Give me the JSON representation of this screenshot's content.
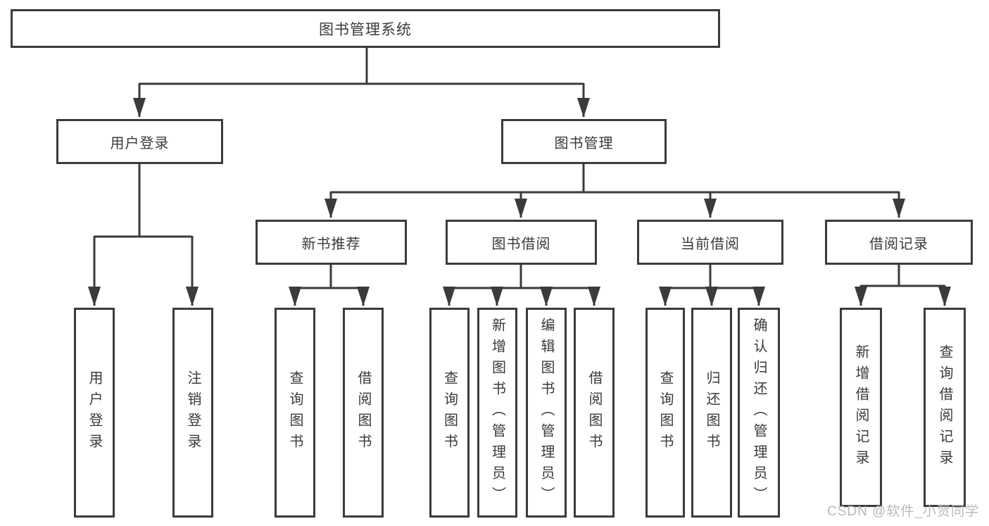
{
  "diagram": {
    "type": "functional-structure-tree",
    "colors": {
      "line": "#3b3b3b",
      "box_border": "#3b3b3b",
      "text": "#3a3a3a",
      "background": "#ffffff",
      "watermark_text": "#b9b9b9"
    },
    "tree": {
      "label": "图书管理系统",
      "children": [
        {
          "label": "用户登录",
          "children": [
            {
              "label": "用户登录"
            },
            {
              "label": "注销登录"
            }
          ]
        },
        {
          "label": "图书管理",
          "children": [
            {
              "label": "新书推荐",
              "children": [
                {
                  "label": "查询图书"
                },
                {
                  "label": "借阅图书"
                }
              ]
            },
            {
              "label": "图书借阅",
              "children": [
                {
                  "label": "查询图书"
                },
                {
                  "label": "新增图书（管理员）"
                },
                {
                  "label": "编辑图书（管理员）"
                },
                {
                  "label": "借阅图书"
                }
              ]
            },
            {
              "label": "当前借阅",
              "children": [
                {
                  "label": "查询图书"
                },
                {
                  "label": "归还图书"
                },
                {
                  "label": "确认归还（管理员）"
                }
              ]
            },
            {
              "label": "借阅记录",
              "children": [
                {
                  "label": "新增借阅记录"
                },
                {
                  "label": "查询借阅记录"
                }
              ]
            }
          ]
        }
      ]
    },
    "watermark": {
      "text": "CSDN @软件_小贺同学"
    }
  }
}
